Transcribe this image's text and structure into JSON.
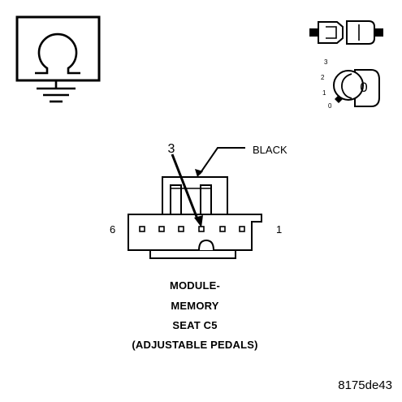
{
  "symbols": {
    "ohmmeter": "ohmmeter-icon",
    "connector_disconnect": "connector-disconnect-icon",
    "ignition_key": "ignition-key-icon",
    "ignition_positions": [
      "3",
      "2",
      "1",
      "0"
    ],
    "key_state": "0"
  },
  "connector": {
    "probe_pin": "3",
    "wire_color": "BLACK",
    "pin_left_end": "6",
    "pin_right_end": "1",
    "cavities": 6,
    "caption_lines": [
      "MODULE-",
      "MEMORY",
      "SEAT C5",
      "(ADJUSTABLE PEDALS)"
    ]
  },
  "figure_id": "8175de43"
}
